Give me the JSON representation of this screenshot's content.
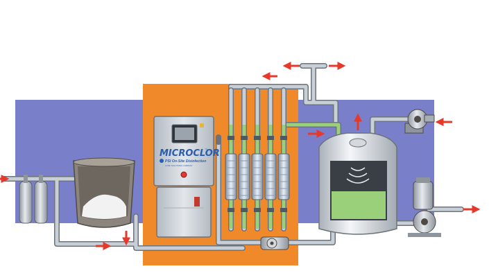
{
  "brand": {
    "name": "MICROCLOR",
    "trademark": "™",
    "sub_logo_icon": "psi-swirl-logo",
    "sub_name": "PSI On-Site Disinfection",
    "tagline": "A NSF SOLUTIONS COMPANY"
  },
  "colors": {
    "background_band": "#7a7fc9",
    "frame": "#f0892a",
    "pipe": "#b8bfc8",
    "pipe_outline": "#6c737c",
    "brine": "#9bd07a",
    "arrow": "#e5392c",
    "cabinet": "#c9cfd6"
  },
  "icons": [
    "arrow-right-icon",
    "arrow-left-icon",
    "arrow-up-icon",
    "arrow-down-icon"
  ]
}
